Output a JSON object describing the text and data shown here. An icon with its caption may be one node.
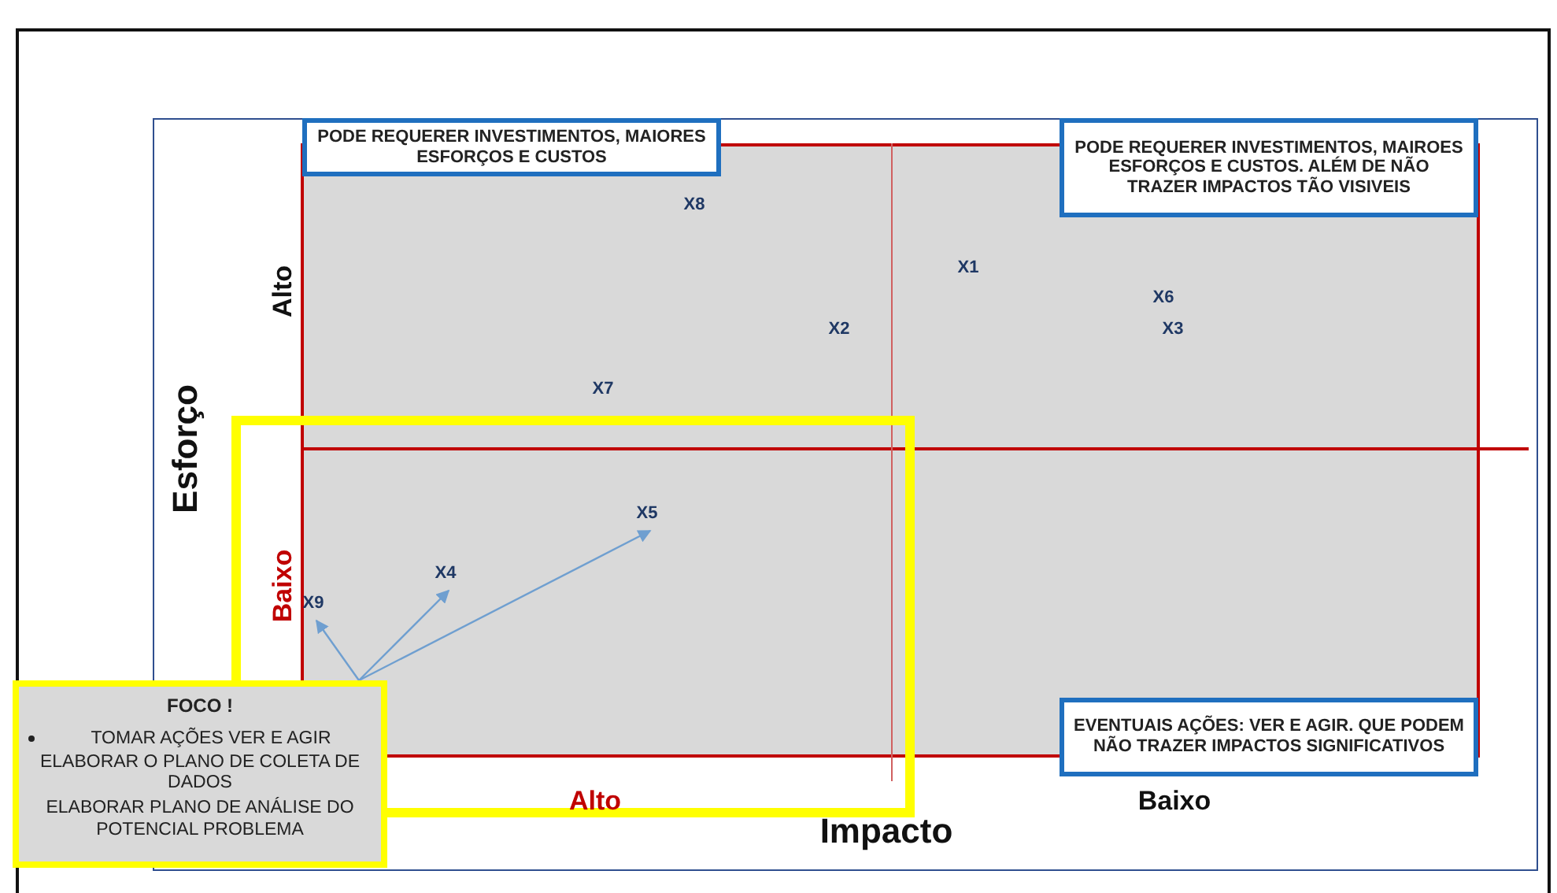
{
  "diagram": {
    "nodes": [
      {
        "text": [
          "PODE REQUERER INVESTIMENTOS, MAIORES ESFORÇOS E CUSTOS"
        ]
      },
      {
        "text": [
          "PODE REQUERER INVESTIMENTOS, MAIROES ESFORÇOS E CUSTOS. ALÉM DE NÃO TRAZER IMPACTOS TÃO VISIVEIS"
        ]
      },
      {
        "text": [
          "EVENTUAIS AÇÕES: VER E AGIR. QUE PODEM NÃO TRAZER IMPACTOS SIGNIFICATIVOS"
        ]
      },
      {
        "text": [
          "FOCO !",
          "TOMAR AÇÕES VER E AGIR",
          "ELABORAR O PLANO DE COLETA DE DADOS",
          "ELABORAR PLANO DE ANÁLISE DO POTENCIAL PROBLEMA"
        ]
      },
      {
        "text": [
          "X9"
        ]
      },
      {
        "text": [
          "X4"
        ]
      },
      {
        "text": [
          "X5"
        ]
      }
    ],
    "edges": [
      {
        "from": 3,
        "to": 4,
        "arrow": "to"
      },
      {
        "from": 3,
        "to": 5,
        "arrow": "to"
      },
      {
        "from": 3,
        "to": 6,
        "arrow": "to"
      }
    ],
    "labels": [
      "X8",
      "X1",
      "X6",
      "X2",
      "X3",
      "X7",
      "Alto",
      "Esforço",
      "Baixo",
      "Alto",
      "Impacto",
      "Baixo"
    ]
  }
}
